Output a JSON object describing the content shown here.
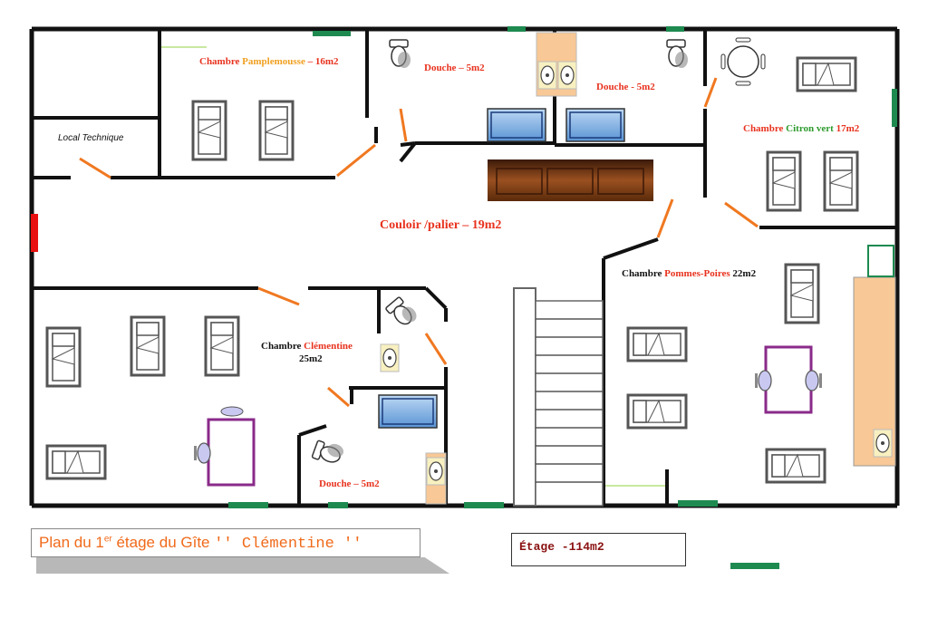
{
  "rooms": {
    "pamplemousse": {
      "prefix": "Chambre ",
      "name": "Pamplemousse",
      "size": " – 16m2"
    },
    "local_technique": "Local Technique",
    "douche1": "Douche – 5m2",
    "douche2": "Douche - 5m2",
    "citron": {
      "prefix": "Chambre ",
      "name": "Citron vert",
      "size": " 17m2"
    },
    "couloir": "Couloir /palier – 19m2",
    "pommes": {
      "prefix": "Chambre ",
      "name": "Pommes-Poires",
      "size": " 22m2"
    },
    "clementine": {
      "prefix": "Chambre ",
      "name": "Clémentine",
      "size": "25m2"
    },
    "douche3": "Douche – 5m2"
  },
  "caption": {
    "prefix": "Plan du 1",
    "sup": "er",
    "middle": " étage du Gîte ",
    "name": "'' Clémentine ''"
  },
  "total_area": "Étage -114m2",
  "colors": {
    "wall": "#111111",
    "door": "#f07820",
    "window": "#1e8a50",
    "red_door": "#e81010",
    "bed": "#555555",
    "basin": "#6aa0d8",
    "desk": "#8a2a8a",
    "counter": "#f8c896",
    "sink_bg": "#f8f0c0"
  }
}
